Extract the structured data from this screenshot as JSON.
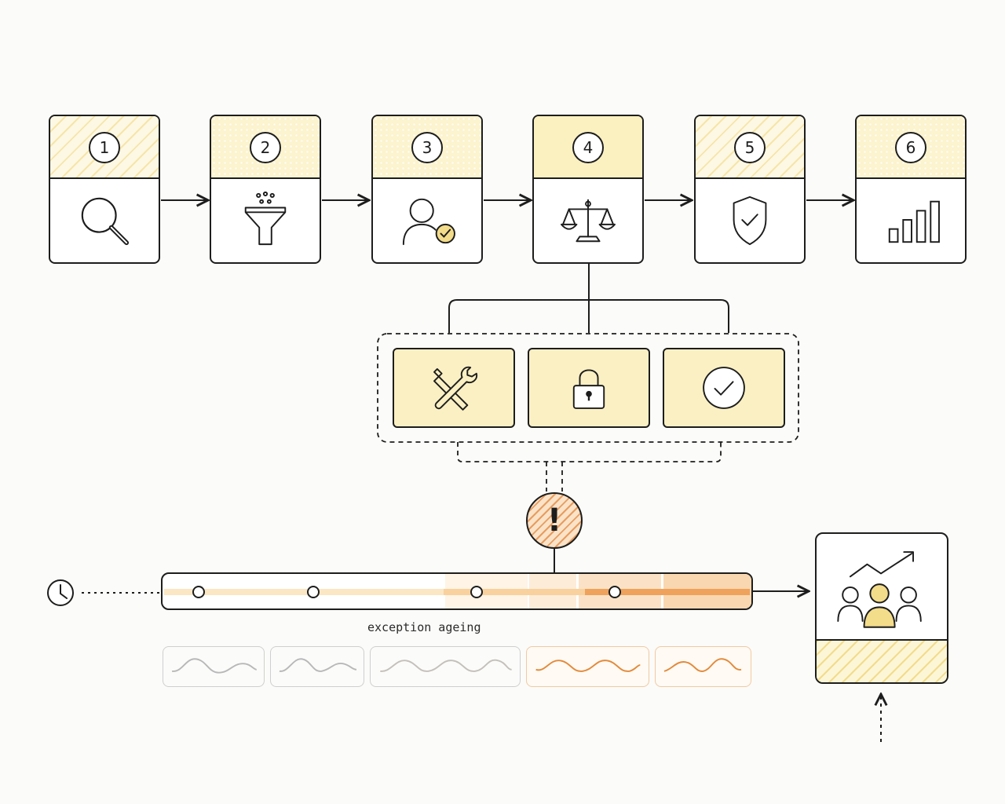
{
  "steps": [
    {
      "number": "1",
      "icon": "magnifier-icon",
      "header_fill": "hatch"
    },
    {
      "number": "2",
      "icon": "filter-funnel-icon",
      "header_fill": "dots"
    },
    {
      "number": "3",
      "icon": "user-check-icon",
      "header_fill": "dots"
    },
    {
      "number": "4",
      "icon": "balance-scale-icon",
      "header_fill": "solid"
    },
    {
      "number": "5",
      "icon": "shield-check-icon",
      "header_fill": "hatch"
    },
    {
      "number": "6",
      "icon": "bar-chart-icon",
      "header_fill": "dots"
    }
  ],
  "controls": [
    {
      "icon": "wrench-screwdriver-icon"
    },
    {
      "icon": "padlock-icon"
    },
    {
      "icon": "circle-check-icon"
    }
  ],
  "alert": {
    "symbol": "!",
    "icon": "exclamation-icon"
  },
  "timeline": {
    "start_icon": "clock-icon",
    "caption": "exception ageing",
    "markers": 4
  },
  "cards": [
    {
      "tone": "gray"
    },
    {
      "tone": "gray"
    },
    {
      "tone": "light-gray"
    },
    {
      "tone": "orange"
    },
    {
      "tone": "orange"
    }
  ],
  "outcome": {
    "icon": "team-growth-icon"
  },
  "colors": {
    "stroke": "#1d1d1d",
    "pale_yellow": "#fbf0c3",
    "accent_yellow": "#f3dc8a",
    "accent_orange": "#e38a3a",
    "background": "#fbfbf9"
  }
}
